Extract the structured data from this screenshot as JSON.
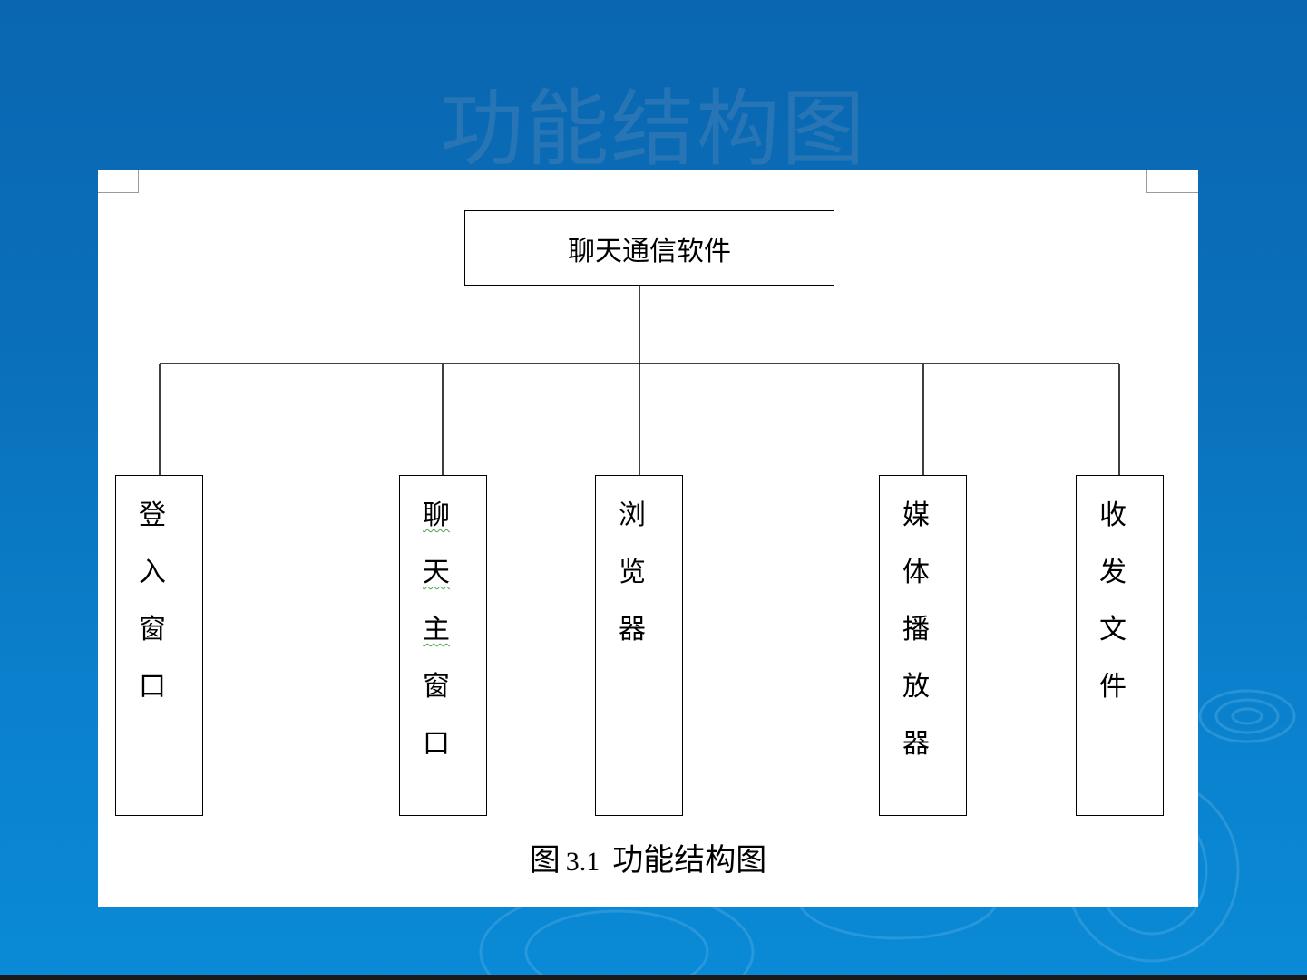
{
  "slide": {
    "title": "功能结构图",
    "colors": {
      "background_top": "#0a66b0",
      "background_bottom": "#0a8ad6",
      "panel": "#ffffff",
      "line": "#000000",
      "spellcheck_underline": "#4aa24a"
    }
  },
  "diagram": {
    "root": "聊天通信软件",
    "modules": [
      {
        "label": "登入窗口",
        "chars": [
          "登",
          "入",
          "窗",
          "口"
        ],
        "squiggle": []
      },
      {
        "label": "聊天主窗口",
        "chars": [
          "聊",
          "天",
          "主",
          "窗",
          "口"
        ],
        "squiggle": [
          0,
          1,
          2
        ]
      },
      {
        "label": "浏览器",
        "chars": [
          "浏",
          "览",
          "器"
        ],
        "squiggle": []
      },
      {
        "label": "媒体播放器",
        "chars": [
          "媒",
          "体",
          "播",
          "放",
          "器"
        ],
        "squiggle": []
      },
      {
        "label": "收发文件",
        "chars": [
          "收",
          "发",
          "文",
          "件"
        ],
        "squiggle": []
      }
    ],
    "caption": {
      "prefix": "图",
      "number": "3.1",
      "text": "功能结构图"
    }
  }
}
